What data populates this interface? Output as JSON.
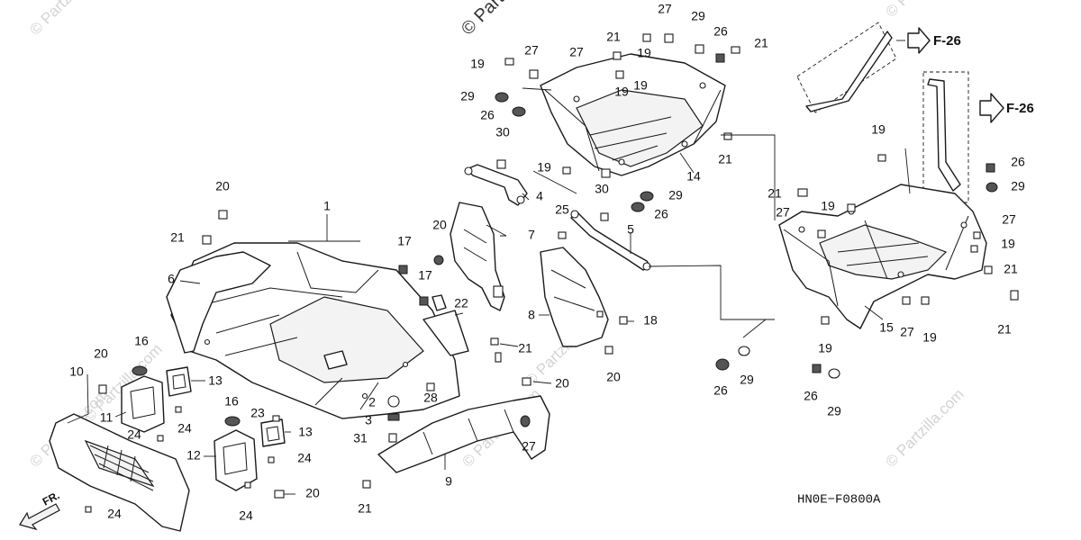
{
  "watermark": {
    "copyright": "© Partzilla.com",
    "top_fragment": "© Part"
  },
  "diagram_code": "HN0E−F0800A",
  "direction_label": "FR.",
  "refs": {
    "f26_top": "F-26",
    "f26_right": "F-26"
  },
  "callouts": {
    "c1": "1",
    "c2": "2",
    "c3": "3",
    "c4": "4",
    "c5": "5",
    "c6": "6",
    "c7": "7",
    "c8": "8",
    "c9": "9",
    "c10": "10",
    "c11": "11",
    "c12": "12",
    "c13a": "13",
    "c13b": "13",
    "c14": "14",
    "c15": "15",
    "c16a": "16",
    "c16b": "16",
    "c17a": "17",
    "c17b": "17",
    "c18": "18",
    "c19a": "19",
    "c19b": "19",
    "c19c": "19",
    "c19d": "19",
    "c19e": "19",
    "c19f": "19",
    "c19g": "19",
    "c19h": "19",
    "c19i": "19",
    "c19j": "19",
    "c20a": "20",
    "c20b": "20",
    "c20c": "20",
    "c20d": "20",
    "c20e": "20",
    "c20f": "20",
    "c21a": "21",
    "c21b": "21",
    "c21c": "21",
    "c21d": "21",
    "c21e": "21",
    "c21f": "21",
    "c21g": "21",
    "c21h": "21",
    "c21i": "21",
    "c22": "22",
    "c23": "23",
    "c24a": "24",
    "c24b": "24",
    "c24c": "24",
    "c24d": "24",
    "c24e": "24",
    "c25": "25",
    "c26a": "26",
    "c26b": "26",
    "c26c": "26",
    "c26d": "26",
    "c26e": "26",
    "c26f": "26",
    "c27a": "27",
    "c27b": "27",
    "c27c": "27",
    "c27d": "27",
    "c27e": "27",
    "c27f": "27",
    "c27g": "27",
    "c28": "28",
    "c29a": "29",
    "c29b": "29",
    "c29c": "29",
    "c29d": "29",
    "c29e": "29",
    "c29f": "29",
    "c30a": "30",
    "c30b": "30",
    "c31": "31"
  }
}
